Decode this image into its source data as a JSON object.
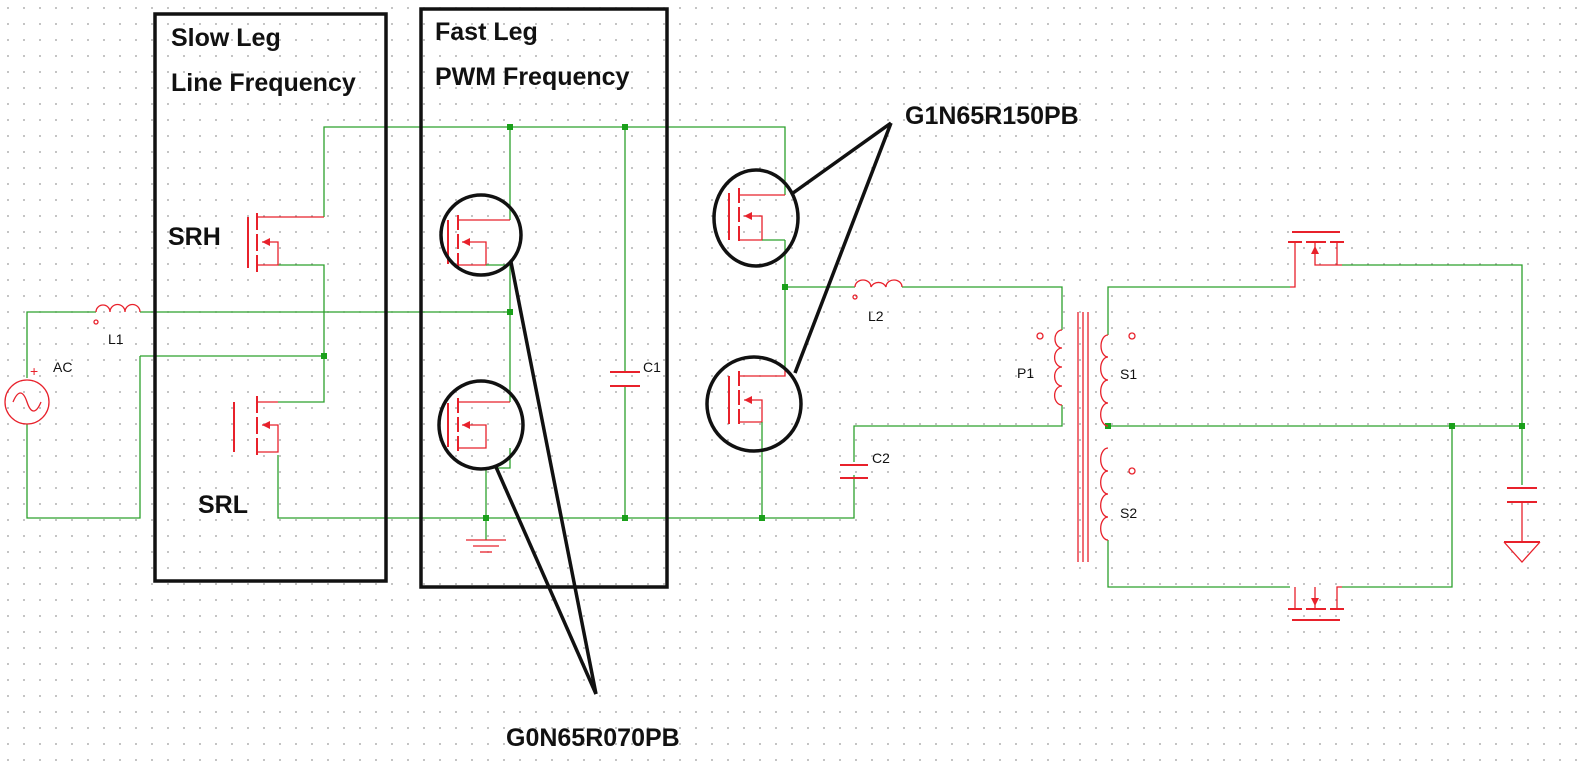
{
  "boxes": {
    "slow_title": "Slow Leg",
    "slow_subtitle": "Line Frequency",
    "fast_title": "Fast Leg",
    "fast_subtitle": "PWM Frequency"
  },
  "parts": {
    "high_side_fet": "SRH",
    "low_side_fet": "SRL",
    "source": "AC",
    "source_polarity": "+",
    "inductor_1": "L1",
    "inductor_2": "L2",
    "capacitor_1": "C1",
    "capacitor_2": "C2",
    "primary": "P1",
    "secondary_1": "S1",
    "secondary_2": "S2"
  },
  "callouts": {
    "top_part_number": "G1N65R150PB",
    "bottom_part_number": "G0N65R070PB"
  },
  "colors": {
    "wire": "#2ca02c",
    "component": "#e8212b",
    "annotation": "#111111"
  }
}
